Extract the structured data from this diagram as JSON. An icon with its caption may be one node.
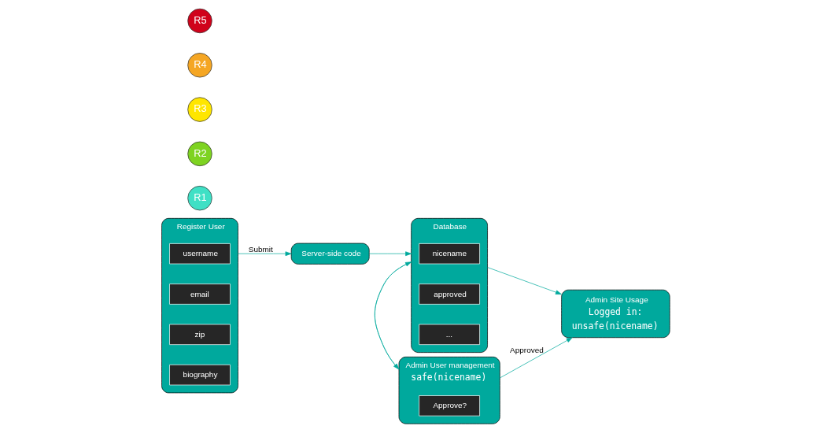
{
  "diagram": {
    "nodes": [
      {
        "text": [
          "Register User"
        ]
      },
      {
        "text": [
          "username"
        ],
        "in": 0
      },
      {
        "text": [
          "email"
        ],
        "in": 0
      },
      {
        "text": [
          "zip"
        ],
        "in": 0
      },
      {
        "text": [
          "biography"
        ],
        "in": 0
      },
      {
        "text": [
          "R1"
        ]
      },
      {
        "text": [
          "R2"
        ]
      },
      {
        "text": [
          "Server-side code"
        ]
      },
      {
        "text": [
          "R3"
        ]
      },
      {
        "text": [
          "Database"
        ]
      },
      {
        "text": [
          "nicename"
        ],
        "in": 9
      },
      {
        "text": [
          "approved"
        ],
        "in": 9
      },
      {
        "text": [
          "..."
        ],
        "in": 9
      },
      {
        "text": [
          "R4"
        ]
      },
      {
        "text": [
          "Admin Site Usage",
          "Logged in:",
          "unsafe(nicename)"
        ]
      },
      {
        "text": [
          "Admin User management",
          "safe(nicename)"
        ]
      },
      {
        "text": [
          "Approve?"
        ],
        "in": 15
      },
      {
        "text": [
          "R5"
        ]
      }
    ],
    "edges": [
      {
        "from": 0,
        "to": 7,
        "arrow": "to",
        "label": "Submit"
      },
      {
        "from": 7,
        "to": 9,
        "arrow": "to"
      },
      {
        "from": 9,
        "to": 14,
        "arrow": "to"
      },
      {
        "from": 9,
        "to": 15,
        "arrow": "to"
      },
      {
        "from": 15,
        "to": 9,
        "arrow": "to"
      },
      {
        "from": 15,
        "to": 14,
        "arrow": "to",
        "label": "Approved"
      }
    ]
  }
}
